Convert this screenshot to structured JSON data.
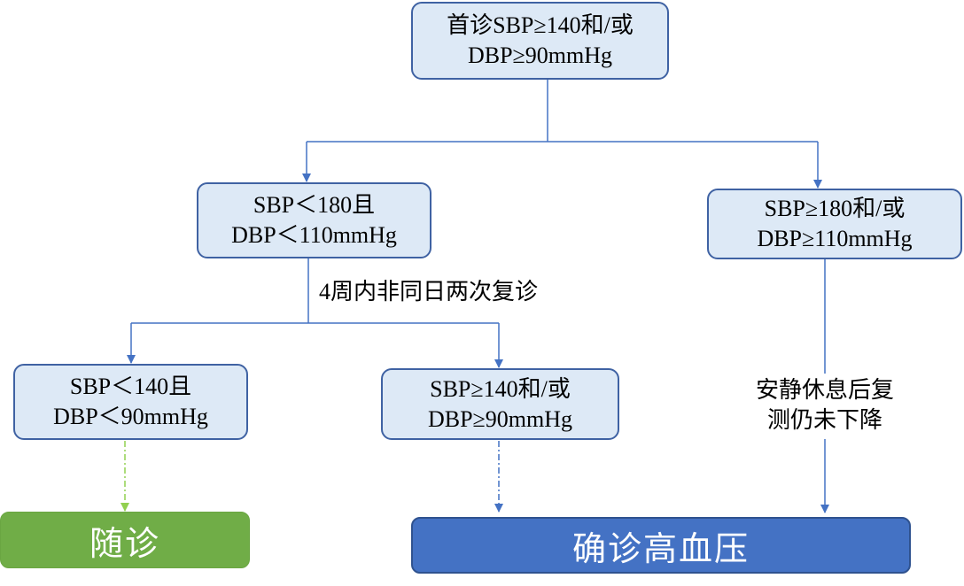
{
  "nodes": {
    "initial": {
      "line1": "首诊SBP≥140和/或",
      "line2": "DBP≥90mmHg"
    },
    "moderate": {
      "line1": "SBP＜180且",
      "line2": "DBP＜110mmHg"
    },
    "severe": {
      "line1": "SBP≥180和/或",
      "line2": "DBP≥110mmHg"
    },
    "normal": {
      "line1": "SBP＜140且",
      "line2": "DBP＜90mmHg"
    },
    "elevated": {
      "line1": "SBP≥140和/或",
      "line2": "DBP≥90mmHg"
    },
    "follow_up": {
      "label": "随诊"
    },
    "diagnosis": {
      "label": "确诊高血压"
    }
  },
  "edge_labels": {
    "recheck": "4周内非同日两次复诊",
    "rest_recheck_line1": "安静休息后复",
    "rest_recheck_line2": "测仍未下降"
  },
  "colors": {
    "box_fill": "#dde9f6",
    "box_border": "#3f62a3",
    "connector": "#4472c4",
    "follow_up_fill": "#70ad47",
    "follow_up_connector": "#92d050",
    "diagnosis_fill": "#4472c4",
    "outcome_text": "#ffffff"
  }
}
